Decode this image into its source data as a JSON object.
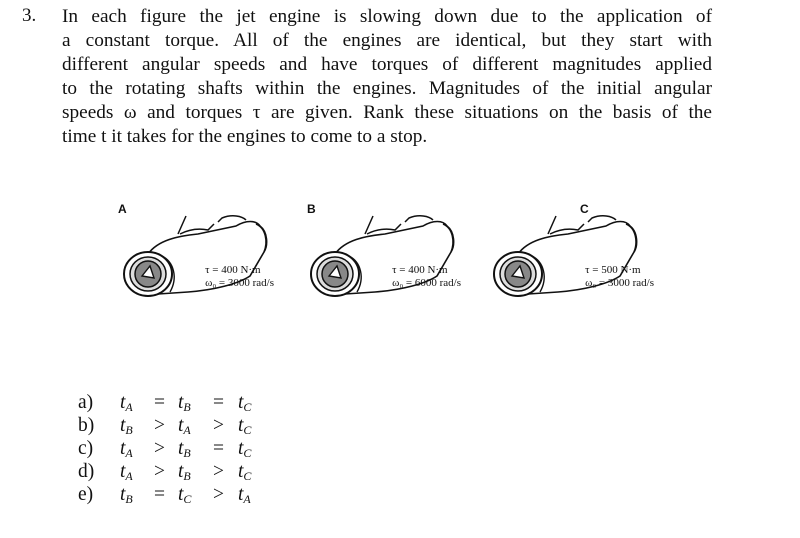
{
  "problem": {
    "number": "3.",
    "lines": [
      "In each figure the jet engine is slowing down due to the application of",
      "a constant torque.  All of the engines are identical, but they start with",
      "different angular speeds and have torques of different magnitudes applied",
      "to the rotating shafts within the engines. Magnitudes of the initial angular",
      "speeds ω and torques τ are given. Rank these situations on the basis of the",
      "time t it takes for the engines to come to a stop."
    ]
  },
  "figures": [
    {
      "label": "A",
      "torque": "τ = 400 N·m",
      "omega": "ω₀ = 3000 rad/s"
    },
    {
      "label": "B",
      "torque": "τ = 400 N·m",
      "omega": "ω₀ = 6000 rad/s"
    },
    {
      "label": "C",
      "torque": "τ = 500 N·m",
      "omega": "ω₀ = 3000 rad/s"
    }
  ],
  "variable": "t",
  "choices": [
    {
      "key": "a)",
      "terms": [
        "A",
        "=",
        "B",
        "=",
        "C"
      ]
    },
    {
      "key": "b)",
      "terms": [
        "B",
        ">",
        "A",
        ">",
        "C"
      ]
    },
    {
      "key": "c)",
      "terms": [
        "A",
        ">",
        "B",
        "=",
        "C"
      ]
    },
    {
      "key": "d)",
      "terms": [
        "A",
        ">",
        "B",
        ">",
        "C"
      ]
    },
    {
      "key": "e)",
      "terms": [
        "B",
        "=",
        "C",
        ">",
        "A"
      ]
    }
  ]
}
